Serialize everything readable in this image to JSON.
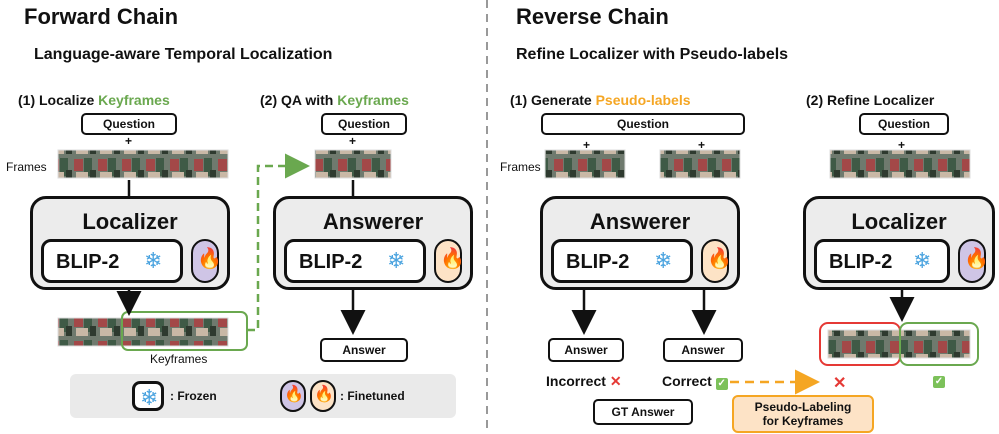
{
  "forward": {
    "title": "Forward Chain",
    "subtitle": "Language-aware Temporal Localization",
    "step1_prefix": "(1) Localize",
    "step1_highlight": "Keyframes",
    "step2_prefix": "(2) QA with",
    "step2_highlight": "Keyframes",
    "question1": "Question",
    "question2": "Question",
    "plus": "+",
    "frames_label": "Frames",
    "localizer_title": "Localizer",
    "blip_label": "BLIP-2",
    "answerer_title": "Answerer",
    "blip_label2": "BLIP-2",
    "keyframes_label": "Keyframes",
    "answer_label": "Answer",
    "legend_frozen": ": Frozen",
    "legend_finetuned": ": Finetuned"
  },
  "reverse": {
    "title": "Reverse Chain",
    "subtitle": "Refine Localizer with Pseudo-labels",
    "step1_prefix": "(1) Generate",
    "step1_highlight": "Pseudo-labels",
    "step2": "(2) Refine Localizer",
    "question_wide": "Question",
    "question_right": "Question",
    "plus": "+",
    "frames_label": "Frames",
    "answerer_title": "Answerer",
    "blip_label": "BLIP-2",
    "localizer_title": "Localizer",
    "blip_label2": "BLIP-2",
    "answer1": "Answer",
    "answer2": "Answer",
    "incorrect": "Incorrect",
    "correct": "Correct",
    "gt_answer": "GT Answer",
    "pseudo_box_line1": "Pseudo-Labeling",
    "pseudo_box_line2": "for Keyframes",
    "cross": "✕",
    "check": "✓"
  },
  "colors": {
    "green": "#6aa84f",
    "orange": "#f5a623",
    "red_box": "#e53935",
    "block_fill": "#ececec",
    "finetune_fill": "#cfc5e6",
    "frozen_blue": "#4aa3df"
  },
  "icons": {
    "frozen": "snowflake-icon",
    "finetuned": "flame-icon"
  }
}
